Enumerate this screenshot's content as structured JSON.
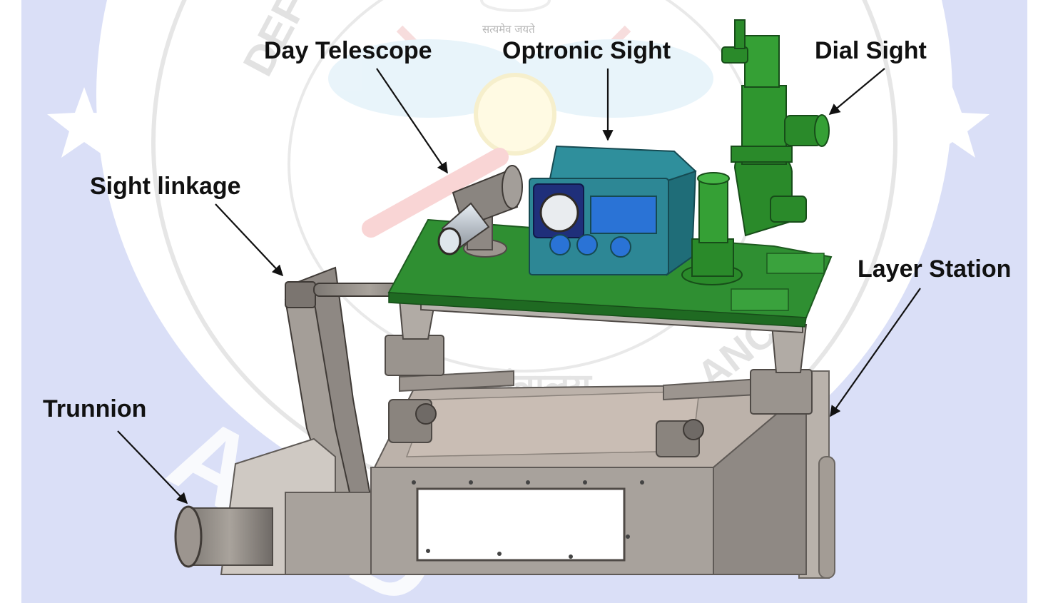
{
  "labels": {
    "day_telescope": "Day Telescope",
    "optronic_sight": "Optronic Sight",
    "dial_sight": "Dial Sight",
    "sight_linkage": "Sight linkage",
    "layer_station": "Layer Station",
    "trunnion": "Trunnion"
  },
  "watermark": {
    "motto": "सत्यमेव जयते",
    "ring_text_top": "DEF",
    "ring_text_right": "ANCE",
    "ring_text_bottom": "मंत्रालय",
    "big_letters": "A  E  D"
  },
  "colors": {
    "accent_green": "#2a8a2a",
    "teal_housing": "#2a8a98",
    "steel_grey": "#8e8a86",
    "watermark_blue": "#d6dcf6",
    "label_text": "#111111",
    "arrow": "#111111"
  }
}
